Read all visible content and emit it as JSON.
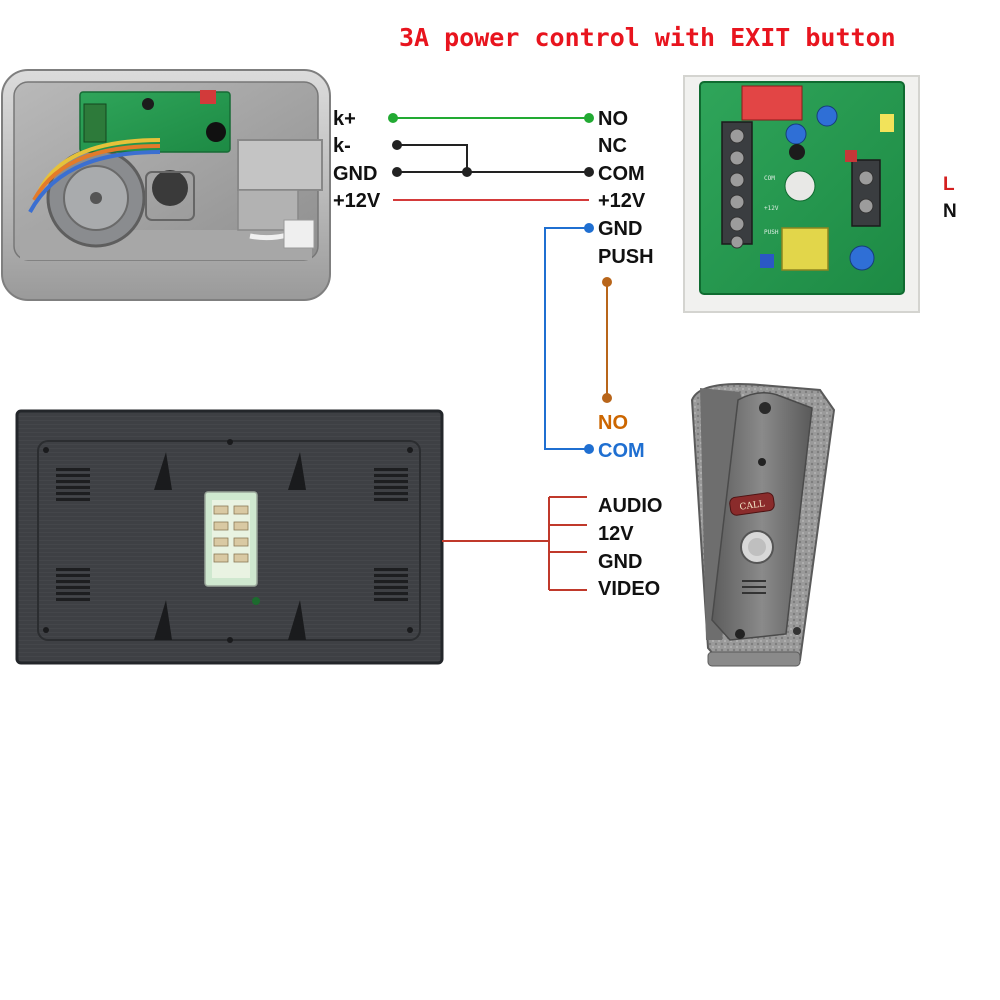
{
  "title": "3A power control with EXIT button",
  "lock_terminals": [
    "k+",
    "k-",
    "GND",
    "+12V"
  ],
  "controller_terminals": [
    "NO",
    "NC",
    "COM",
    "+12V",
    "GND",
    "PUSH"
  ],
  "mains_terminals": {
    "live": "L",
    "neutral": "N"
  },
  "exit_button_terminals": [
    "NO",
    "COM"
  ],
  "monitor_terminals": [
    "AUDIO",
    "12V",
    "GND",
    "VIDEO"
  ],
  "call_button_text": "CALL",
  "colors": {
    "title": "#e8141e",
    "wire_kplus": "#22aa33",
    "wire_black": "#222222",
    "wire_12v": "#d43a3a",
    "wire_gnd_com": "#1f6fd1",
    "wire_push_no": "#b8651a",
    "wire_monitor": "#c0392b",
    "live": "#d42020",
    "neutral": "#111111"
  }
}
